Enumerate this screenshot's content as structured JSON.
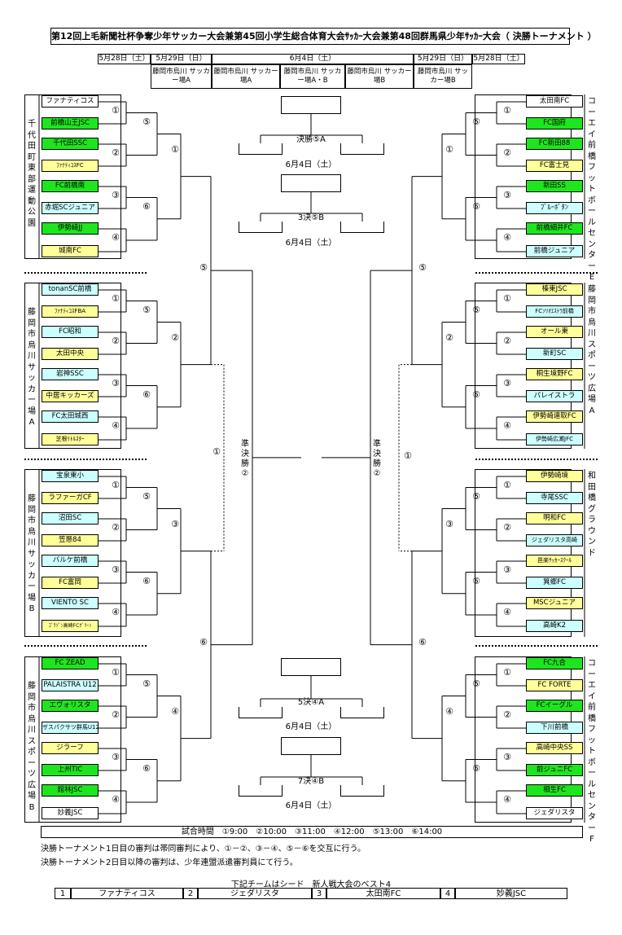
{
  "title": "第12回上毛新聞社杯争奪少年サッカー大会兼第45回小学生総合体育大会ｻｯｶｰ大会兼第48回群馬県少年ｻｯｶｰ大会（ 決勝トーナメント ）",
  "dates": {
    "d1": "5月28日（土）",
    "d2": "5月29日（日）",
    "d3": "6月4日（土）",
    "d4": "5月29日（日）",
    "d5": "5月28日（土）"
  },
  "venues": {
    "v1": "藤岡市烏川 サッカー場A",
    "v2": "藤岡市烏川 サッカー場A",
    "v3": "藤岡市烏川 サッカー場A・B",
    "v4": "藤岡市烏川 サッカー場B",
    "v5": "藤岡市烏川 サッカー場B"
  },
  "left": {
    "groups": [
      {
        "venue": "千代田町東部運動公園",
        "teams": [
          "ファナティコス",
          "前橋山王JSC",
          "千代田SSC",
          "ﾌｧﾅﾃｨｺｽFC",
          "FC前橋南",
          "赤堀SCジュニア",
          "伊勢崎JJ",
          "城南FC"
        ]
      },
      {
        "venue": "藤岡市烏川サッカー場A",
        "teams": [
          "tonanSC前橋",
          "ﾌｧﾅﾃｨｺｽFBA",
          "FC昭和",
          "太田中央",
          "岩神SSC",
          "中居キッカーズ",
          "FC太田城西",
          "芝根ﾘﾄﾙｽﾀｰ"
        ]
      },
      {
        "venue": "藤岡市烏川サッカー場B",
        "teams": [
          "宝泉東小",
          "ラファーガCF",
          "沼田SC",
          "笠懸84",
          "バルケ前橋",
          "FC富岡",
          "VIENTO SC",
          "ｺﾞﾗｿﾞﾝ高崎FCｸﾞﾘｰﾝ"
        ]
      },
      {
        "venue": "藤岡市烏川スポーツ広場B",
        "teams": [
          "FC ZEAD",
          "PALAISTRA U12",
          "エヴォリスタ",
          "ザスパクサツ群馬U12",
          "ジラーフ",
          "上州TIC",
          "館林JSC",
          "妙義JSC"
        ]
      }
    ]
  },
  "right": {
    "groups": [
      {
        "venue": "コーエイ前橋フットボールセンターE",
        "teams": [
          "太田南FC",
          "FC国府",
          "FC新田88",
          "FC富士見",
          "新田SS",
          "ﾌﾞﾙｰﾎﾞﾀﾝ",
          "前橋細井FC",
          "前橋ジュニア"
        ]
      },
      {
        "venue": "藤岡市烏川スポーツ広場A",
        "teams": [
          "榛東JSC",
          "FCｿﾘｵｴｽﾃﾗ前橋",
          "オール東",
          "新町SC",
          "桐生境野FC",
          "パレイストラ",
          "伊勢崎連取FC",
          "伊勢崎広瀬JFC"
        ]
      },
      {
        "venue": "和田橋グラウンド",
        "teams": [
          "伊勢崎境",
          "寺尾SSC",
          "明和FC",
          "ジェダリスタ高崎",
          "邑楽ｻｯｶｰｽｸｰﾙ",
          "箕郷FC",
          "MSCジュニア",
          "高崎K2"
        ]
      },
      {
        "venue": "コーエイ前橋フットボールセンターF",
        "teams": [
          "FC九合",
          "FC FORTE",
          "FCイーグル",
          "下川前橋",
          "高崎中央SS",
          "前ジュニFC",
          "相生FC",
          "ジェダリスタ"
        ]
      }
    ]
  },
  "marks": {
    "r1": [
      "①",
      "②",
      "③",
      "④"
    ],
    "r2": [
      "⑤",
      "⑥"
    ],
    "qf": [
      "①",
      "②",
      "③",
      "④"
    ],
    "sf_left": [
      "⑤",
      "⑥"
    ],
    "sf_right": [
      "⑤",
      "⑥"
    ],
    "semi_left_num": "①",
    "semi_right_num": "①"
  },
  "semi_label": "準決勝②",
  "center": {
    "final": {
      "label": "決勝⑤A",
      "date": "6月4日（土）"
    },
    "third": {
      "label": "3決⑤B",
      "date": "6月4日（土）"
    },
    "fifth": {
      "label": "5決④A",
      "date": "6月4日（土）"
    },
    "seventh": {
      "label": "7決④B",
      "date": "6月4日（土）"
    }
  },
  "match_times": "試合時間　①9:00　②10:00　③11:00　④12:00　⑤13:00　⑥14:00",
  "notes": [
    "決勝トーナメント1日目の審判は帯同審判により、①－②、③－④、⑤－⑥を交互に行う。",
    "決勝トーナメント2日目以降の審判は、少年連盟派遣審判員にて行う。"
  ],
  "seed_note": "下記チームはシード　新人戦大会のベスト4",
  "seeds": [
    {
      "no": "1",
      "team": "ファナティコス"
    },
    {
      "no": "2",
      "team": "ジェダリスタ"
    },
    {
      "no": "3",
      "team": "太田南FC"
    },
    {
      "no": "4",
      "team": "妙義JSC"
    }
  ],
  "colors": {
    "left": [
      [
        "w",
        "g",
        "g",
        "y",
        "g",
        "c",
        "g",
        "y"
      ],
      [
        "c",
        "y",
        "c",
        "y",
        "c",
        "y",
        "c",
        "y"
      ],
      [
        "c",
        "y",
        "c",
        "y",
        "c",
        "y",
        "c",
        "y"
      ],
      [
        "g",
        "c",
        "g",
        "c",
        "y",
        "g",
        "g",
        "w"
      ]
    ],
    "right": [
      [
        "w",
        "g",
        "g",
        "y",
        "g",
        "c",
        "g",
        "c"
      ],
      [
        "y",
        "c",
        "y",
        "c",
        "y",
        "c",
        "y",
        "c"
      ],
      [
        "y",
        "c",
        "y",
        "c",
        "y",
        "c",
        "y",
        "c"
      ],
      [
        "g",
        "y",
        "g",
        "c",
        "y",
        "g",
        "g",
        "w"
      ]
    ]
  }
}
